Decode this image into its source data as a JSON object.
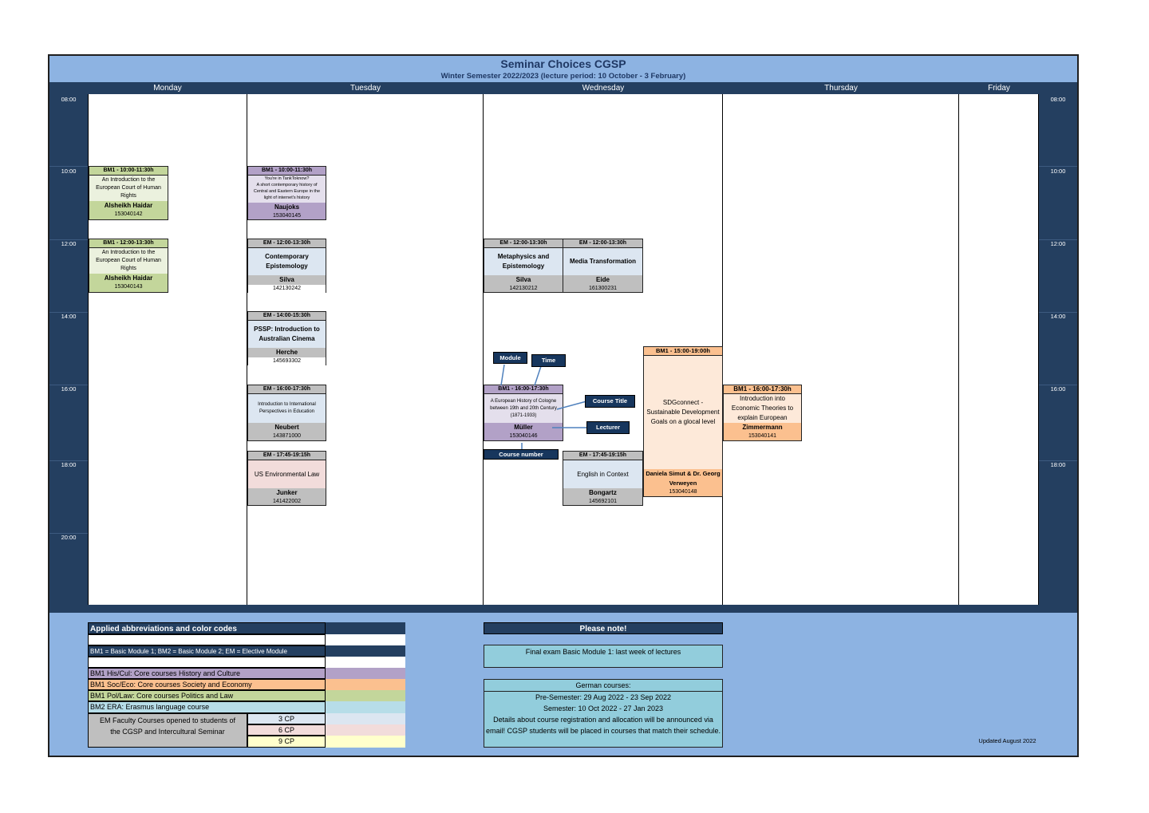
{
  "header": {
    "title": "Seminar Choices CGSP",
    "subtitle": "Winter Semester 2022/2023 (lecture period: 10 October - 3 February)"
  },
  "days": [
    "Monday",
    "Tuesday",
    "Wednesday",
    "Thursday",
    "Friday"
  ],
  "times": [
    "08:00",
    "10:00",
    "12:00",
    "14:00",
    "16:00",
    "18:00",
    "20:00"
  ],
  "events": {
    "mon1": {
      "head": "BM1 - 10:00-11:30h",
      "title": "An Introduction to the European Court of Human Rights",
      "lecturer": "Alsheikh Haidar",
      "number": "153040142"
    },
    "mon2": {
      "head": "BM1 - 12:00-13:30h",
      "title": "An Introduction to the European Court of Human Rights",
      "lecturer": "Alsheikh Haidar",
      "number": "153040143"
    },
    "tue1": {
      "head": "BM1 - 10:00-11:30h",
      "title1": "You're in TankToknow?",
      "title2": "A short contemporary history of Central and Eastern Europe in the light of internet's history",
      "lecturer": "Naujoks",
      "number": "153040145"
    },
    "tue2": {
      "head": "EM - 12:00-13:30h",
      "title": "Contemporary Epistemology",
      "lecturer": "Silva",
      "number": "142130242"
    },
    "tue3": {
      "head": "EM - 14:00-15:30h",
      "title": "PSSP: Introduction to Australian Cinema",
      "lecturer": "Herche",
      "number": "145693302"
    },
    "tue4": {
      "head": "EM - 16:00-17:30h",
      "title": "Introduction to International Perspectives in Education",
      "lecturer": "Neubert",
      "number": "143871000"
    },
    "tue5": {
      "head": "EM - 17:45-19:15h",
      "title": "US Environmental Law",
      "lecturer": "Junker",
      "number": "141422002"
    },
    "wed1": {
      "head": "EM - 12:00-13:30h",
      "title": "Metaphysics and Epistemology",
      "lecturer": "Silva",
      "number": "142130212"
    },
    "wed2": {
      "head": "EM - 12:00-13:30h",
      "title": "Media Transformation",
      "lecturer": "Eide",
      "number": "161300231"
    },
    "wed3": {
      "head": "BM1 - 16:00-17:30h",
      "title": "A European History of Cologne between 19th and 20th Century (1871-1933)",
      "lecturer": "Müller",
      "number": "153040146"
    },
    "wed4": {
      "head": "EM - 17:45-19:15h",
      "title": "English in Context",
      "lecturer": "Bongartz",
      "number": "145692101"
    },
    "wed5": {
      "head": "BM1 - 15:00-19:00h",
      "title": "SDGconnect - Sustainable Development Goals on a glocal level",
      "lecturer": "Daniela Simut & Dr. Georg Verweyen",
      "number": "153040148"
    },
    "thu1": {
      "head": "BM1 - 16:00-17:30h",
      "title": "Introduction into Economic Theories to explain European",
      "lecturer": "Zimmermann",
      "number": "153040141"
    }
  },
  "callouts": {
    "module": "Module",
    "time": "Time",
    "course_title": "Course Title",
    "lecturer": "Lecturer",
    "course_number": "Course number"
  },
  "legend": {
    "heading": "Applied abbreviations and color codes",
    "abbr": "BM1 = Basic Module 1; BM2 = Basic Module 2; EM = Elective Module",
    "his": "BM1 His/Cul: Core courses History and Culture",
    "soc": "BM1 Soc/Eco: Core courses Society and Economy",
    "pol": "BM1 Pol/Law: Core courses Politics and Law",
    "era": "BM2 ERA: Erasmus language course",
    "em": "EM Faculty Courses opened to students of the CGSP and Intercultural Seminar",
    "cp3": "3 CP",
    "cp6": "6 CP",
    "cp9": "9 CP"
  },
  "notes": {
    "heading": "Please note!",
    "final_exam": "Final exam Basic Module 1: last week of lectures",
    "german_heading": "German courses:",
    "pre_semester": "Pre-Semester: 29 Aug 2022 - 23 Sep 2022",
    "semester": "Semester: 10 Oct 2022 - 27 Jan 2023",
    "details": "Details about course registration and allocation will be announced via email! CGSP students will be placed in courses that match their schedule."
  },
  "updated": "Updated August 2022",
  "colors": {
    "dark_blue": "#243f60",
    "light_blue": "#8db3e2",
    "his_cul": "#b2a1c7",
    "soc_eco": "#fbc08f",
    "pol_law": "#c3d69b",
    "era": "#b7dde8",
    "cp3": "#dce6f1",
    "cp6": "#f2dcdb",
    "cp9": "#ffffcc",
    "grey": "#bfbfbf"
  }
}
